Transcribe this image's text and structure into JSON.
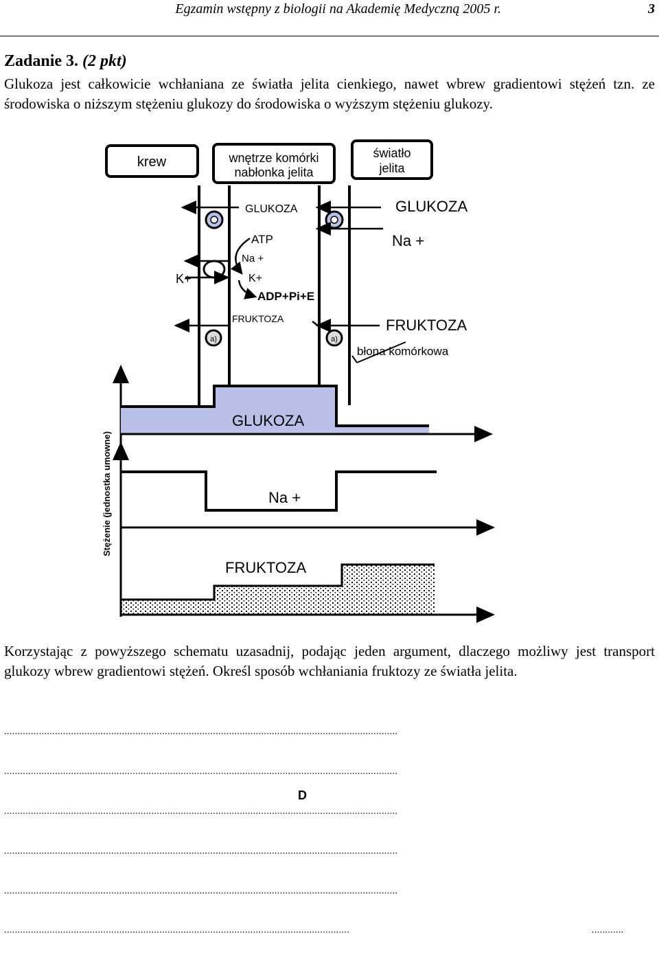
{
  "header": {
    "title": "Egzamin wstępny z biologii na Akademię Medyczną 2005 r.",
    "page_number": "3"
  },
  "task": {
    "title": "Zadanie 3.",
    "points": "(2 pkt)",
    "intro": "Glukoza jest całkowicie wchłaniana ze światła jelita cienkiego, nawet wbrew gradientowi stężeń tzn. ze środowiska o niższym stężeniu glukozy do środowiska o wyższym stężeniu glukozy.",
    "question": "Korzystając z powyższego schematu uzasadnij, podając jeden argument, dlaczego możliwy jest transport glukozy wbrew gradientowi stężeń. Określ sposób wchłaniania fruktozy ze światła jelita."
  },
  "diagram": {
    "box_blood": "krew",
    "box_cell_line1": "wnętrze komórki",
    "box_cell_line2": "nabłonka jelita",
    "box_lumen_line1": "światło",
    "box_lumen_line2": "jelita",
    "glukoza_inner": "GLUKOZA",
    "glukoza_outer": "GLUKOZA",
    "na_outer": "Na +",
    "atp": "ATP",
    "na_inner": "Na +",
    "k_left": "K+",
    "k_inner": "K+",
    "adp": "ADP+Pi+E",
    "fruktoza_inner": "FRUKTOZA",
    "fruktoza_outer": "FRUKTOZA",
    "membrane": "błona komórkowa",
    "carrier_a_left": "a)",
    "carrier_a_right": "a)",
    "y_axis_label": "Stężenie (jednostka umowne)",
    "glukoza_chart": "GLUKOZA",
    "na_chart": "Na +",
    "fruktoza_chart": "FRUKTOZA"
  },
  "answer": {
    "lines": [
      "...................................................................................................................................................",
      "...................................................................................................................................................",
      "...................................................................................................................................................",
      "...................................................................................................................................................",
      "...................................................................................................................................................",
      ".................................................................................................................................",
      "............"
    ],
    "mark": "D"
  }
}
